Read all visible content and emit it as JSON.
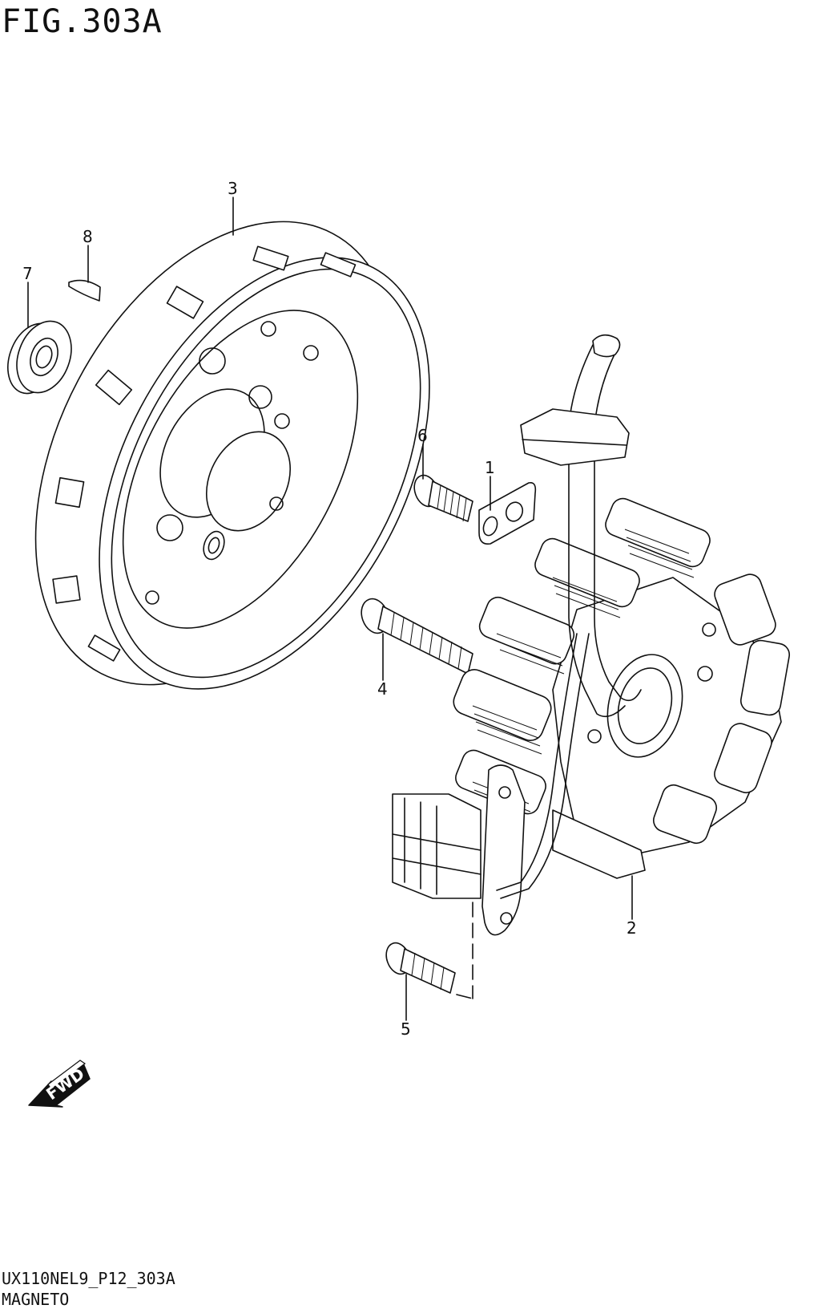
{
  "figure": {
    "title": "FIG.303A",
    "code": "UX110NEL9_P12_303A",
    "name": "MAGNETO"
  },
  "callouts": [
    {
      "id": "1",
      "label": "1"
    },
    {
      "id": "2",
      "label": "2"
    },
    {
      "id": "3",
      "label": "3"
    },
    {
      "id": "4",
      "label": "4"
    },
    {
      "id": "5",
      "label": "5"
    },
    {
      "id": "6",
      "label": "6"
    },
    {
      "id": "7",
      "label": "7"
    },
    {
      "id": "8",
      "label": "8"
    }
  ],
  "direction_badge": {
    "label": "FWD"
  },
  "colors": {
    "line": "#111111",
    "background": "#ffffff"
  }
}
